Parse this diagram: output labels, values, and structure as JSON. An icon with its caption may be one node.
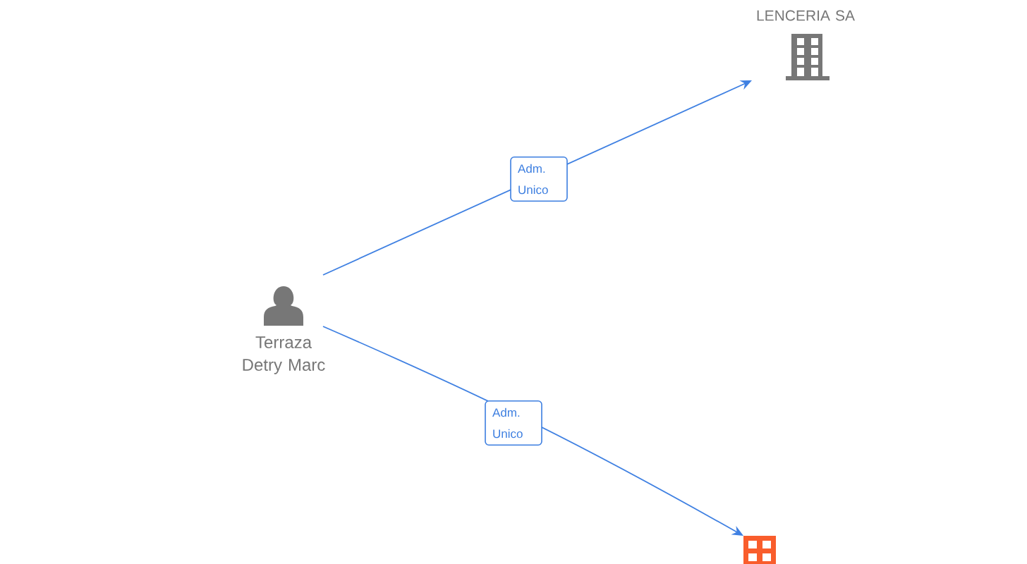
{
  "diagram": {
    "nodes": [
      {
        "text": [
          "Terraza Detry Marc"
        ]
      },
      {
        "text": [
          "LENCERIA SA"
        ]
      },
      {
        "text": [],
        "shape": "picture"
      }
    ],
    "edges": [
      {
        "from": 0,
        "to": 1,
        "arrow": "to",
        "label": "Adm. Unico"
      },
      {
        "from": 0,
        "to": 2,
        "arrow": "to",
        "label": "Adm. Unico"
      }
    ]
  }
}
